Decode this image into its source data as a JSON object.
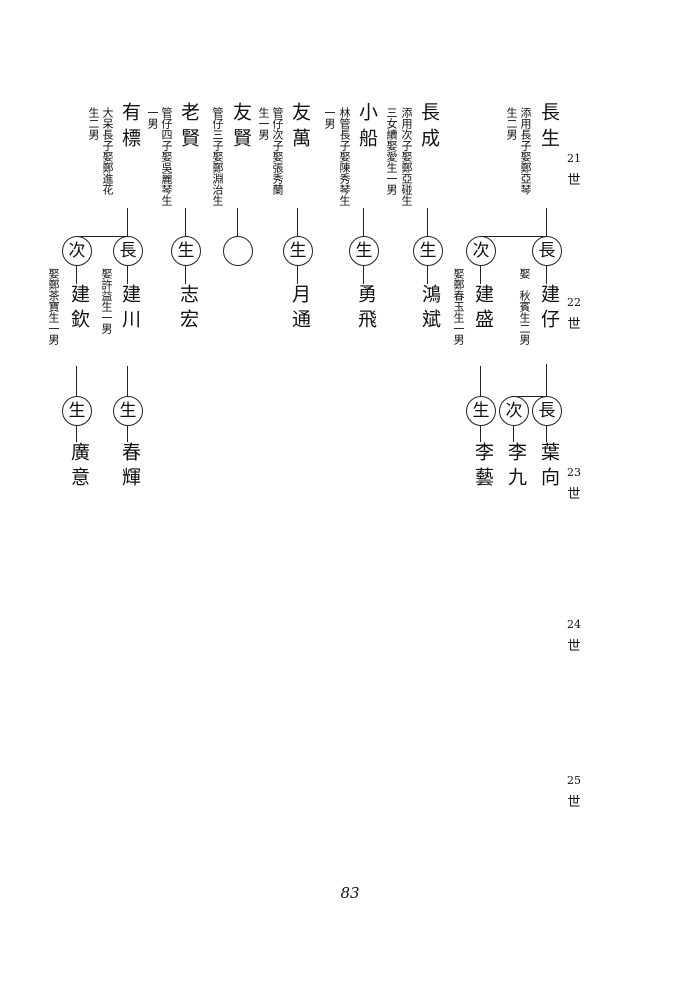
{
  "page_number": "83",
  "generations": [
    {
      "num": "21",
      "label": "世"
    },
    {
      "num": "22",
      "label": "世"
    },
    {
      "num": "23",
      "label": "世"
    },
    {
      "num": "24",
      "label": "世"
    },
    {
      "num": "25",
      "label": "世"
    }
  ],
  "family": [
    {
      "name": "長生",
      "note1": "添用長子娶鄭亞琴",
      "note2": "生二男"
    },
    {
      "name": "長成",
      "note1": "添用次子娶鄭亞碰生",
      "note2": "三女續娶愛生一男"
    },
    {
      "name": "小船",
      "note1": "林管長子娶陳秀琴生",
      "note2": "一男"
    },
    {
      "name": "友萬",
      "note1": "管仔次子娶張秀蘭",
      "note2": "生一男"
    },
    {
      "name": "友賢",
      "note1": "管仔三子娶鄭淵治生"
    },
    {
      "name": "老賢",
      "note1": "管仔四子娶吳麗琴生",
      "note2": "一男"
    },
    {
      "name": "有標",
      "note1": "大呆長子娶鄭進花",
      "note2": "生二男"
    }
  ],
  "gen22": [
    {
      "badge": "長",
      "name": "建仔",
      "note1": "娶　秋賓生二男"
    },
    {
      "badge": "次",
      "name": "建盛",
      "note1": "娶鄭春玉生一男"
    },
    {
      "badge": "生",
      "name": "鴻斌"
    },
    {
      "badge": "生",
      "name": "勇飛"
    },
    {
      "badge": "生",
      "name": "月通"
    },
    {
      "badge": "",
      "name": ""
    },
    {
      "badge": "生",
      "name": "志宏"
    },
    {
      "badge": "長",
      "name": "建川",
      "note1": "娶許益生一男"
    },
    {
      "badge": "次",
      "name": "建欽",
      "note1": "娶鄭茶寶生一男"
    }
  ],
  "gen23": [
    {
      "badge": "長",
      "name": "葉向"
    },
    {
      "badge": "次",
      "name": "李九"
    },
    {
      "badge": "生",
      "name": "李藝"
    },
    {
      "badge": "生",
      "name": "春輝"
    },
    {
      "badge": "生",
      "name": "廣意"
    }
  ]
}
